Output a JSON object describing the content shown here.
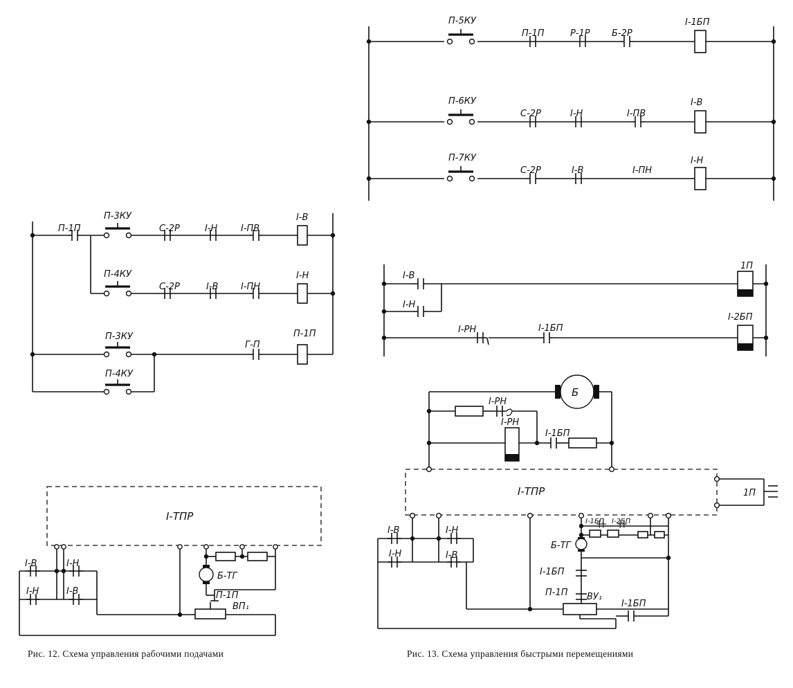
{
  "fig12": {
    "labels": {
      "p1p_a": "П-1П",
      "p3ku_a": "П-3КУ",
      "s2r_a": "С-2Р",
      "in_a": "I-Н",
      "ipv": "I-ПВ",
      "iv_coil": "I-В",
      "p4ku_a": "П-4КУ",
      "s2r_b": "С-2Р",
      "iv_b": "I-В",
      "ipn": "I-ПН",
      "in_coil": "I-Н",
      "p3ku_b": "П-3КУ",
      "gp": "Г-П",
      "p1p_coil": "П-1П",
      "p4ku_b": "П-4КУ",
      "itpr": "I-ТПР",
      "iv_c1": "I-В",
      "ih_c1": "I-Н",
      "ih_c2": "I-Н",
      "iv_c2": "I-В",
      "btg": "Б-ТГ",
      "p1p_b": "П-1П",
      "vp1": "ВП₁"
    },
    "caption": "Рис. 12. Схема управления рабочими подачами"
  },
  "fig13": {
    "labels": {
      "p5ku": "П-5КУ",
      "p1p": "П-1П",
      "r1r": "Р-1Р",
      "b2r": "Б-2Р",
      "i1bp_coil": "I-1БП",
      "p6ku": "П-6КУ",
      "s2r_a": "С-2Р",
      "ih_a": "I-Н",
      "ipv": "I-ПВ",
      "iv_coil": "I-В",
      "p7ku": "П-7КУ",
      "s2r_b": "С-2Р",
      "iv_b": "I-В",
      "ipn": "I-ПН",
      "ih_coil": "I-Н",
      "iv_c": "I-В",
      "ih_c": "I-Н",
      "coil_1p": "1П",
      "irn": "I-РН",
      "i1bp_c": "I-1БП",
      "coil_i2bp": "I-2БП",
      "motor_b": "Б",
      "irn_top": "I-РН",
      "irn_coil": "I-РН",
      "i1bp_r": "I-1БП",
      "itpr": "I-ТПР",
      "p1_right": "1П",
      "iv_l1": "I-В",
      "ih_l1": "I-Н",
      "ih_l2": "I-Н",
      "iv_l2": "I-В",
      "i1bp_s": "I-1БП",
      "i2bp_s": "I-2БП",
      "btg": "Б-ТГ",
      "i1bp_v": "I-1БП",
      "p1p_v": "П-1П",
      "vu1": "ВУ₁",
      "i1bp_end": "I-1БП"
    },
    "caption": "Рис. 13. Схема управления быстрыми перемещениями"
  }
}
